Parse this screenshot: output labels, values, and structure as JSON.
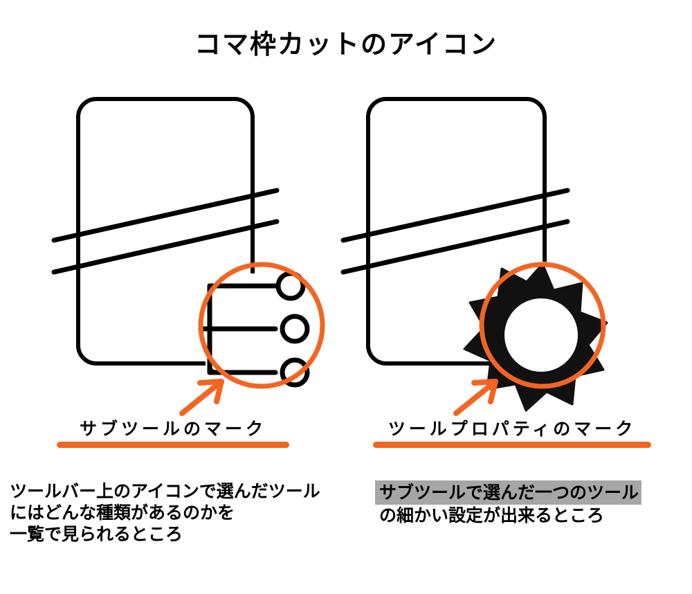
{
  "page": {
    "title": "コマ枠カットのアイコン",
    "background": "#ffffff"
  },
  "colors": {
    "accent_orange": "#F26522",
    "ink_black": "#000000",
    "highlight_gray": "#A6A6A6"
  },
  "panels": [
    {
      "id": "sub-tool",
      "icon_name": "frame-cut-icon-subtool",
      "annotation_icon": "subtool-list-mark",
      "caption": {
        "title": "サブツールのマーク",
        "rule_color": "#F26522"
      },
      "body": {
        "lines": [
          {
            "text": "ツールバー上のアイコンで選んだツール",
            "highlight": false
          },
          {
            "text": "にはどんな種類があるのかを",
            "highlight": false
          },
          {
            "text": "一覧で見られるところ",
            "highlight": false
          }
        ]
      }
    },
    {
      "id": "tool-property",
      "icon_name": "frame-cut-icon-toolproperty",
      "annotation_icon": "gear-mark",
      "caption": {
        "title": "ツールプロパティのマーク",
        "rule_color": "#F26522"
      },
      "body": {
        "lines": [
          {
            "text": "サブツールで選んだ一つのツール",
            "highlight": true
          },
          {
            "text": "の細かい設定が出来るところ",
            "highlight": false
          }
        ]
      }
    }
  ]
}
